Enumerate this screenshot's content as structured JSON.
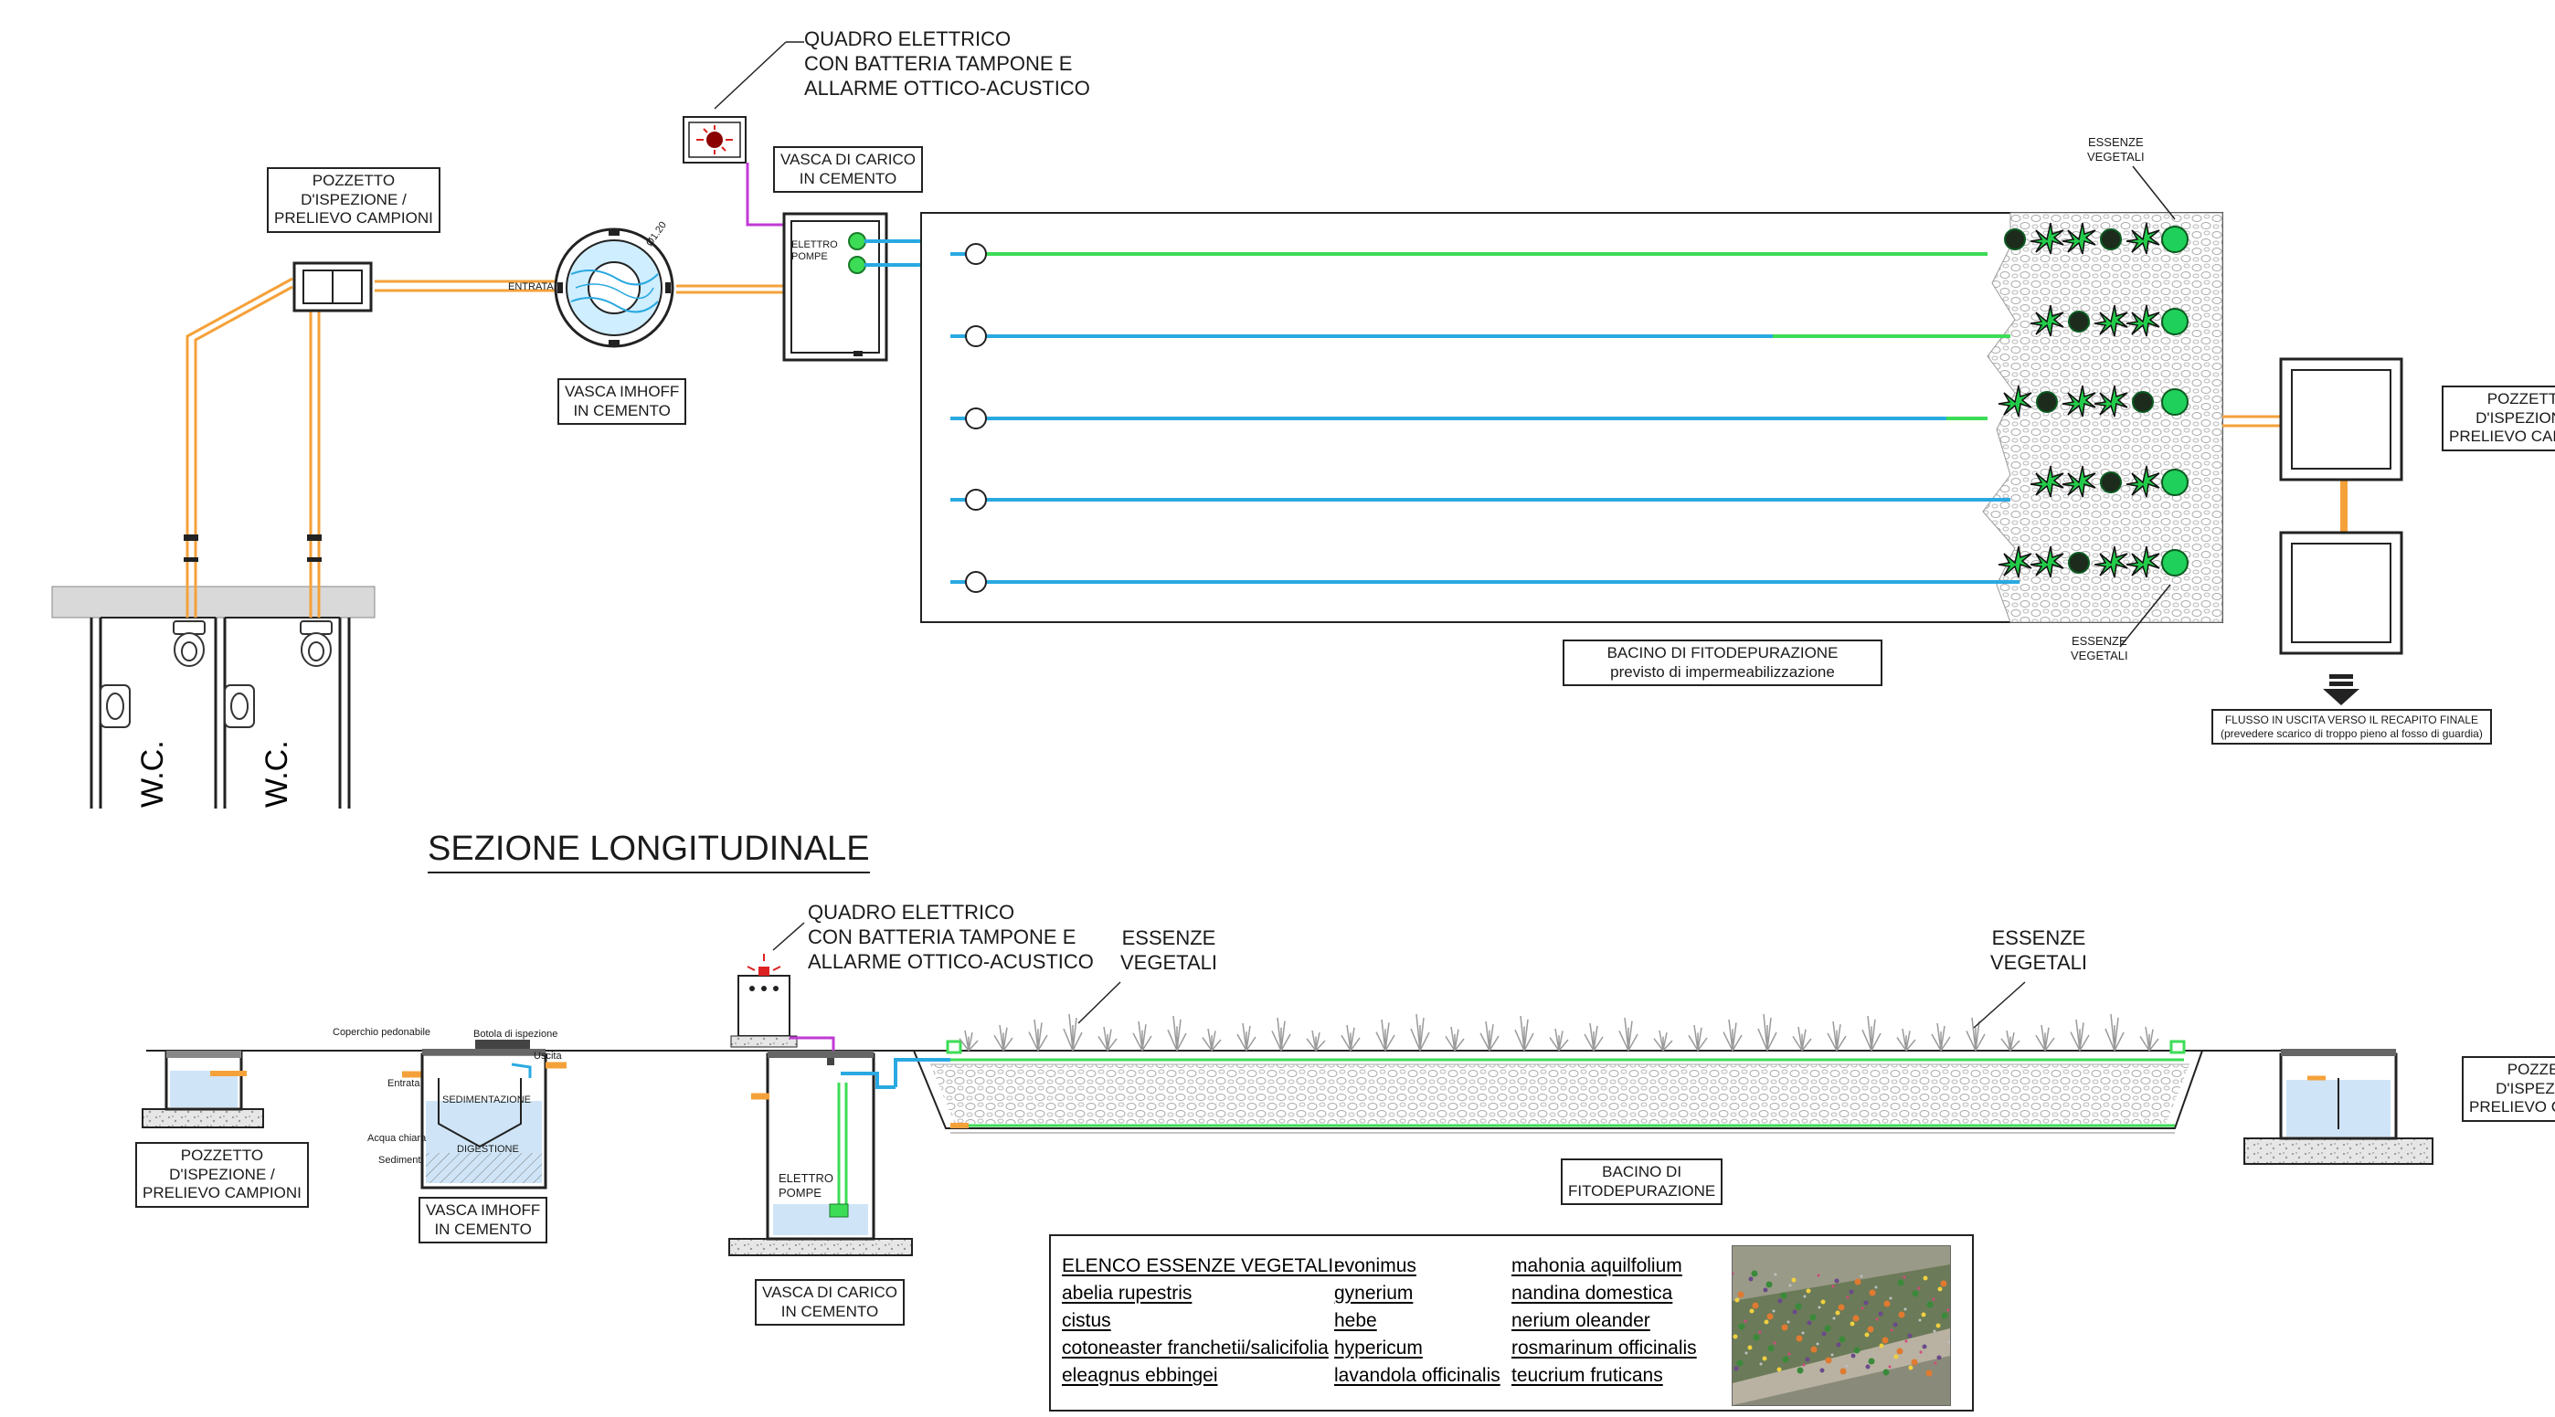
{
  "plan": {
    "quadro": [
      "QUADRO ELETTRICO",
      "CON BATTERIA TAMPONE E",
      "ALLARME OTTICO-ACUSTICO"
    ],
    "pozzetto_left": [
      "POZZETTO",
      "D'ISPEZIONE /",
      "PRELIEVO CAMPIONI"
    ],
    "pozzetto_right": [
      "POZZETTO",
      "D'ISPEZIONE /",
      "PRELIEVO CAMPIONI"
    ],
    "imhoff": [
      "VASCA IMHOFF",
      "IN CEMENTO"
    ],
    "vasca_carico": [
      "VASCA DI CARICO",
      "IN CEMENTO"
    ],
    "elettropompe": [
      "ELETTRO",
      "POMPE"
    ],
    "entrata": "ENTRATA",
    "diameter": "Ø1.20",
    "essenze_top": [
      "ESSENZE",
      "VEGETALI"
    ],
    "essenze_bottom": [
      "ESSENZE",
      "VEGETALI"
    ],
    "bacino": [
      "BACINO DI FITODEPURAZIONE",
      "previsto di impermeabilizzazione"
    ],
    "flusso": [
      "FLUSSO IN USCITA VERSO IL RECAPITO FINALE",
      "(prevedere scarico di troppo pieno al fosso di guardia)"
    ],
    "wc_1": "W.C.",
    "wc_2": "W.C."
  },
  "section": {
    "title": "SEZIONE LONGITUDINALE",
    "quadro": [
      "QUADRO ELETTRICO",
      "CON BATTERIA TAMPONE E",
      "ALLARME OTTICO-ACUSTICO"
    ],
    "essenze_1": [
      "ESSENZE",
      "VEGETALI"
    ],
    "essenze_2": [
      "ESSENZE",
      "VEGETALI"
    ],
    "pozzetto_left": [
      "POZZETTO",
      "D'ISPEZIONE /",
      "PRELIEVO CAMPIONI"
    ],
    "pozzetto_right": [
      "POZZETTO",
      "D'ISPEZIONE /",
      "PRELIEVO CAMPIONI"
    ],
    "imhoff": [
      "VASCA IMHOFF",
      "IN CEMENTO"
    ],
    "vasca_carico": [
      "VASCA DI CARICO",
      "IN CEMENTO"
    ],
    "bacino": [
      "BACINO DI",
      "FITODEPURAZIONE"
    ],
    "elettropompe": [
      "ELETTRO",
      "POMPE"
    ],
    "coperchio": "Coperchio pedonabile",
    "botola": "Botola di ispezione",
    "entrata": "Entrata",
    "uscita": "Uscita",
    "sedimentazione": "SEDIMENTAZIONE",
    "digestione": "DIGESTIONE",
    "acqua_chiara": "Acqua chiara",
    "sedimenti": "Sedimenti"
  },
  "legend": {
    "title": "ELENCO ESSENZE VEGETALI:",
    "col1": [
      "abelia rupestris",
      "cistus",
      "cotoneaster franchetii/salicifolia",
      "eleagnus ebbingei"
    ],
    "col2": [
      "evonimus",
      "gynerium",
      "hebe",
      "hypericum",
      "lavandola officinalis"
    ],
    "col3": [
      "mahonia aquilfolium",
      "nandina domestica",
      "nerium oleander",
      "rosmarinum officinalis",
      "teucrium fruticans"
    ]
  },
  "colors": {
    "pipe_orange": "#f5a13a",
    "pipe_blue": "#29a9e1",
    "pipe_green": "#3ddc56",
    "cable_magenta": "#c13ad6",
    "line": "#222222",
    "gravel": "#bdbdbd",
    "plant_green": "#1fd15a"
  }
}
